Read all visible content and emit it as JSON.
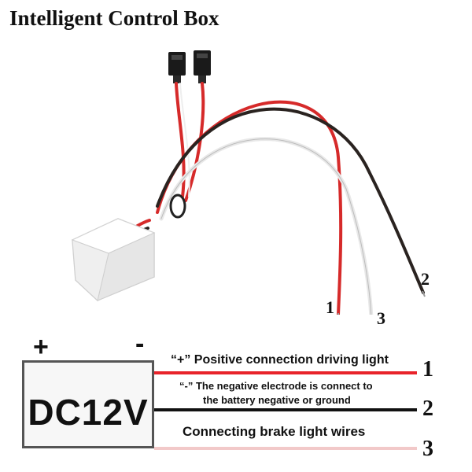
{
  "title": "Intelligent Control Box",
  "photo": {
    "wire_labels": [
      "1",
      "3",
      "2"
    ]
  },
  "diagram": {
    "plus_sign": "+",
    "minus_sign": "-",
    "box_label": "DC12V",
    "lines": [
      {
        "number": "1",
        "color": "#e8232a",
        "text": "“+” Positive connection driving light"
      },
      {
        "number": "2",
        "color": "#111111",
        "text_line1": "“-” The negative electrode is connect to",
        "text_line2": "the battery negative or ground"
      },
      {
        "number": "3",
        "color": "#f2c9c9",
        "text": "Connecting brake light wires"
      }
    ]
  }
}
